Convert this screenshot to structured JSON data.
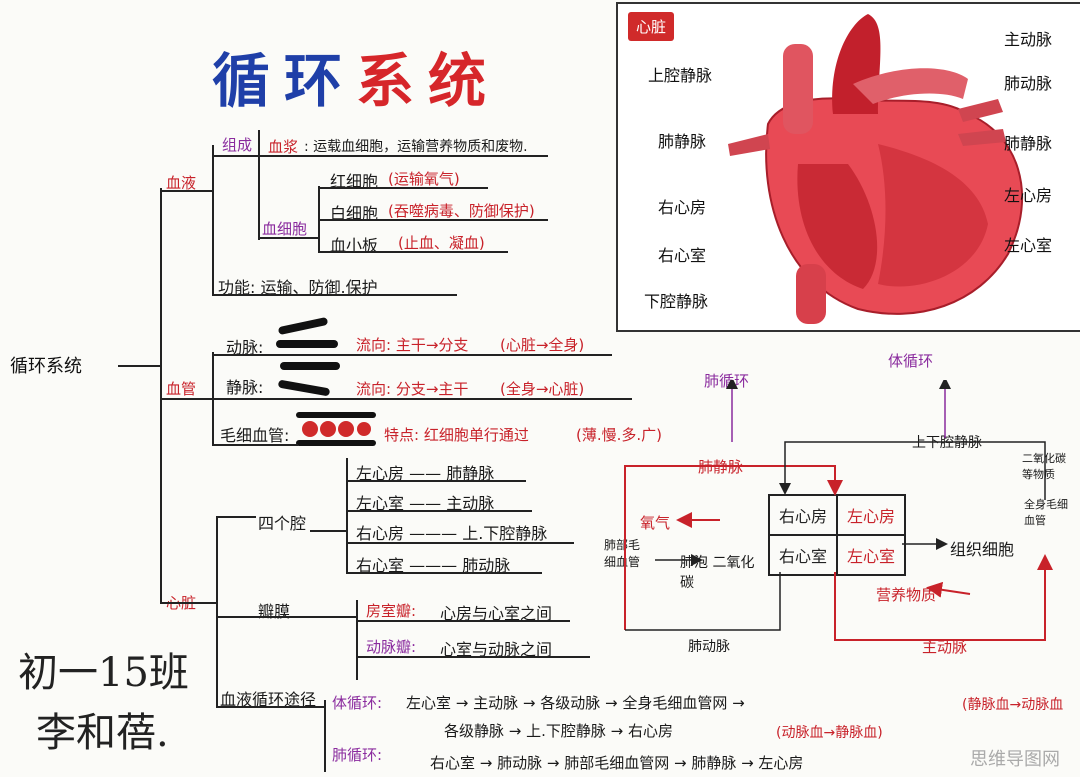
{
  "title": {
    "part1": "循环",
    "part2": "系统"
  },
  "root": "循环系统",
  "blood": {
    "label": "血液",
    "composition": "组成",
    "plasma_label": "血浆",
    "plasma_text": ": 运载血细胞，运输营养物质和废物.",
    "cells_label": "血细胞",
    "rbc": "红细胞",
    "rbc_fn": "(运输氧气)",
    "wbc": "白细胞",
    "wbc_fn": "(吞噬病毒、防御保护)",
    "plt": "血小板",
    "plt_fn": "(止血、凝血)",
    "function": "功能: 运输、防御.保护"
  },
  "vessels": {
    "label": "血管",
    "artery": "动脉:",
    "artery_flow": "流向: 主干→分支",
    "artery_dir": "(心脏→全身)",
    "vein": "静脉:",
    "vein_flow": "流向: 分支→主干",
    "vein_dir": "(全身→心脏)",
    "capillary": "毛细血管:",
    "cap_feature": "特点: 红细胞单行通过",
    "cap_traits": "(薄.慢.多.广)"
  },
  "heart": {
    "label": "心脏",
    "chambers_label": "四个腔",
    "chambers": [
      {
        "name": "左心房",
        "vessel": "肺静脉"
      },
      {
        "name": "左心室",
        "vessel": "主动脉"
      },
      {
        "name": "右心房",
        "vessel": "上.下腔静脉"
      },
      {
        "name": "右心室",
        "vessel": "肺动脉"
      }
    ],
    "valves_label": "瓣膜",
    "valve1_name": "房室瓣:",
    "valve1_text": "心房与心室之间",
    "valve2_name": "动脉瓣:",
    "valve2_text": "心室与动脉之间",
    "route_label": "血液循环途径",
    "systemic_label": "体循环:",
    "systemic_path": "左心室 → 主动脉 → 各级动脉 → 全身毛细血管网 →",
    "systemic_path2": "各级静脉 → 上.下腔静脉 → 右心房",
    "systemic_change1": "(动脉血→静脉血)",
    "systemic_change_r": "(静脉血→动脉血",
    "pulmonary_label": "肺循环:",
    "pulmonary_path": "右心室 → 肺动脉 → 肺部毛细血管网 → 肺静脉 → 左心房"
  },
  "signature": {
    "class": "初一15班",
    "name": "李和蓓."
  },
  "diagram": {
    "tag": "心脏",
    "labels_left": [
      "上腔静脉",
      "肺静脉",
      "右心房",
      "右心室",
      "下腔静脉"
    ],
    "labels_right": [
      "主动脉",
      "肺动脉",
      "肺静脉",
      "左心房",
      "左心室"
    ]
  },
  "flow": {
    "pulm_circ": "肺循环",
    "sys_circ": "体循环",
    "svc_ivc": "上下腔静脉",
    "co2_waste": "二氧化碳等物质",
    "whole_cap": "全身毛细血管",
    "pulm_vein": "肺静脉",
    "oxygen": "氧气",
    "lung_cap": "肺部毛细血管",
    "alveoli_co2": "肺泡 二氧化碳",
    "ra": "右心房",
    "la": "左心房",
    "rv": "右心室",
    "lv": "左心室",
    "tissue": "组织细胞",
    "nutrients": "营养物质",
    "aorta": "主动脉",
    "pulm_artery": "肺动脉"
  },
  "watermark": "思维导图网"
}
